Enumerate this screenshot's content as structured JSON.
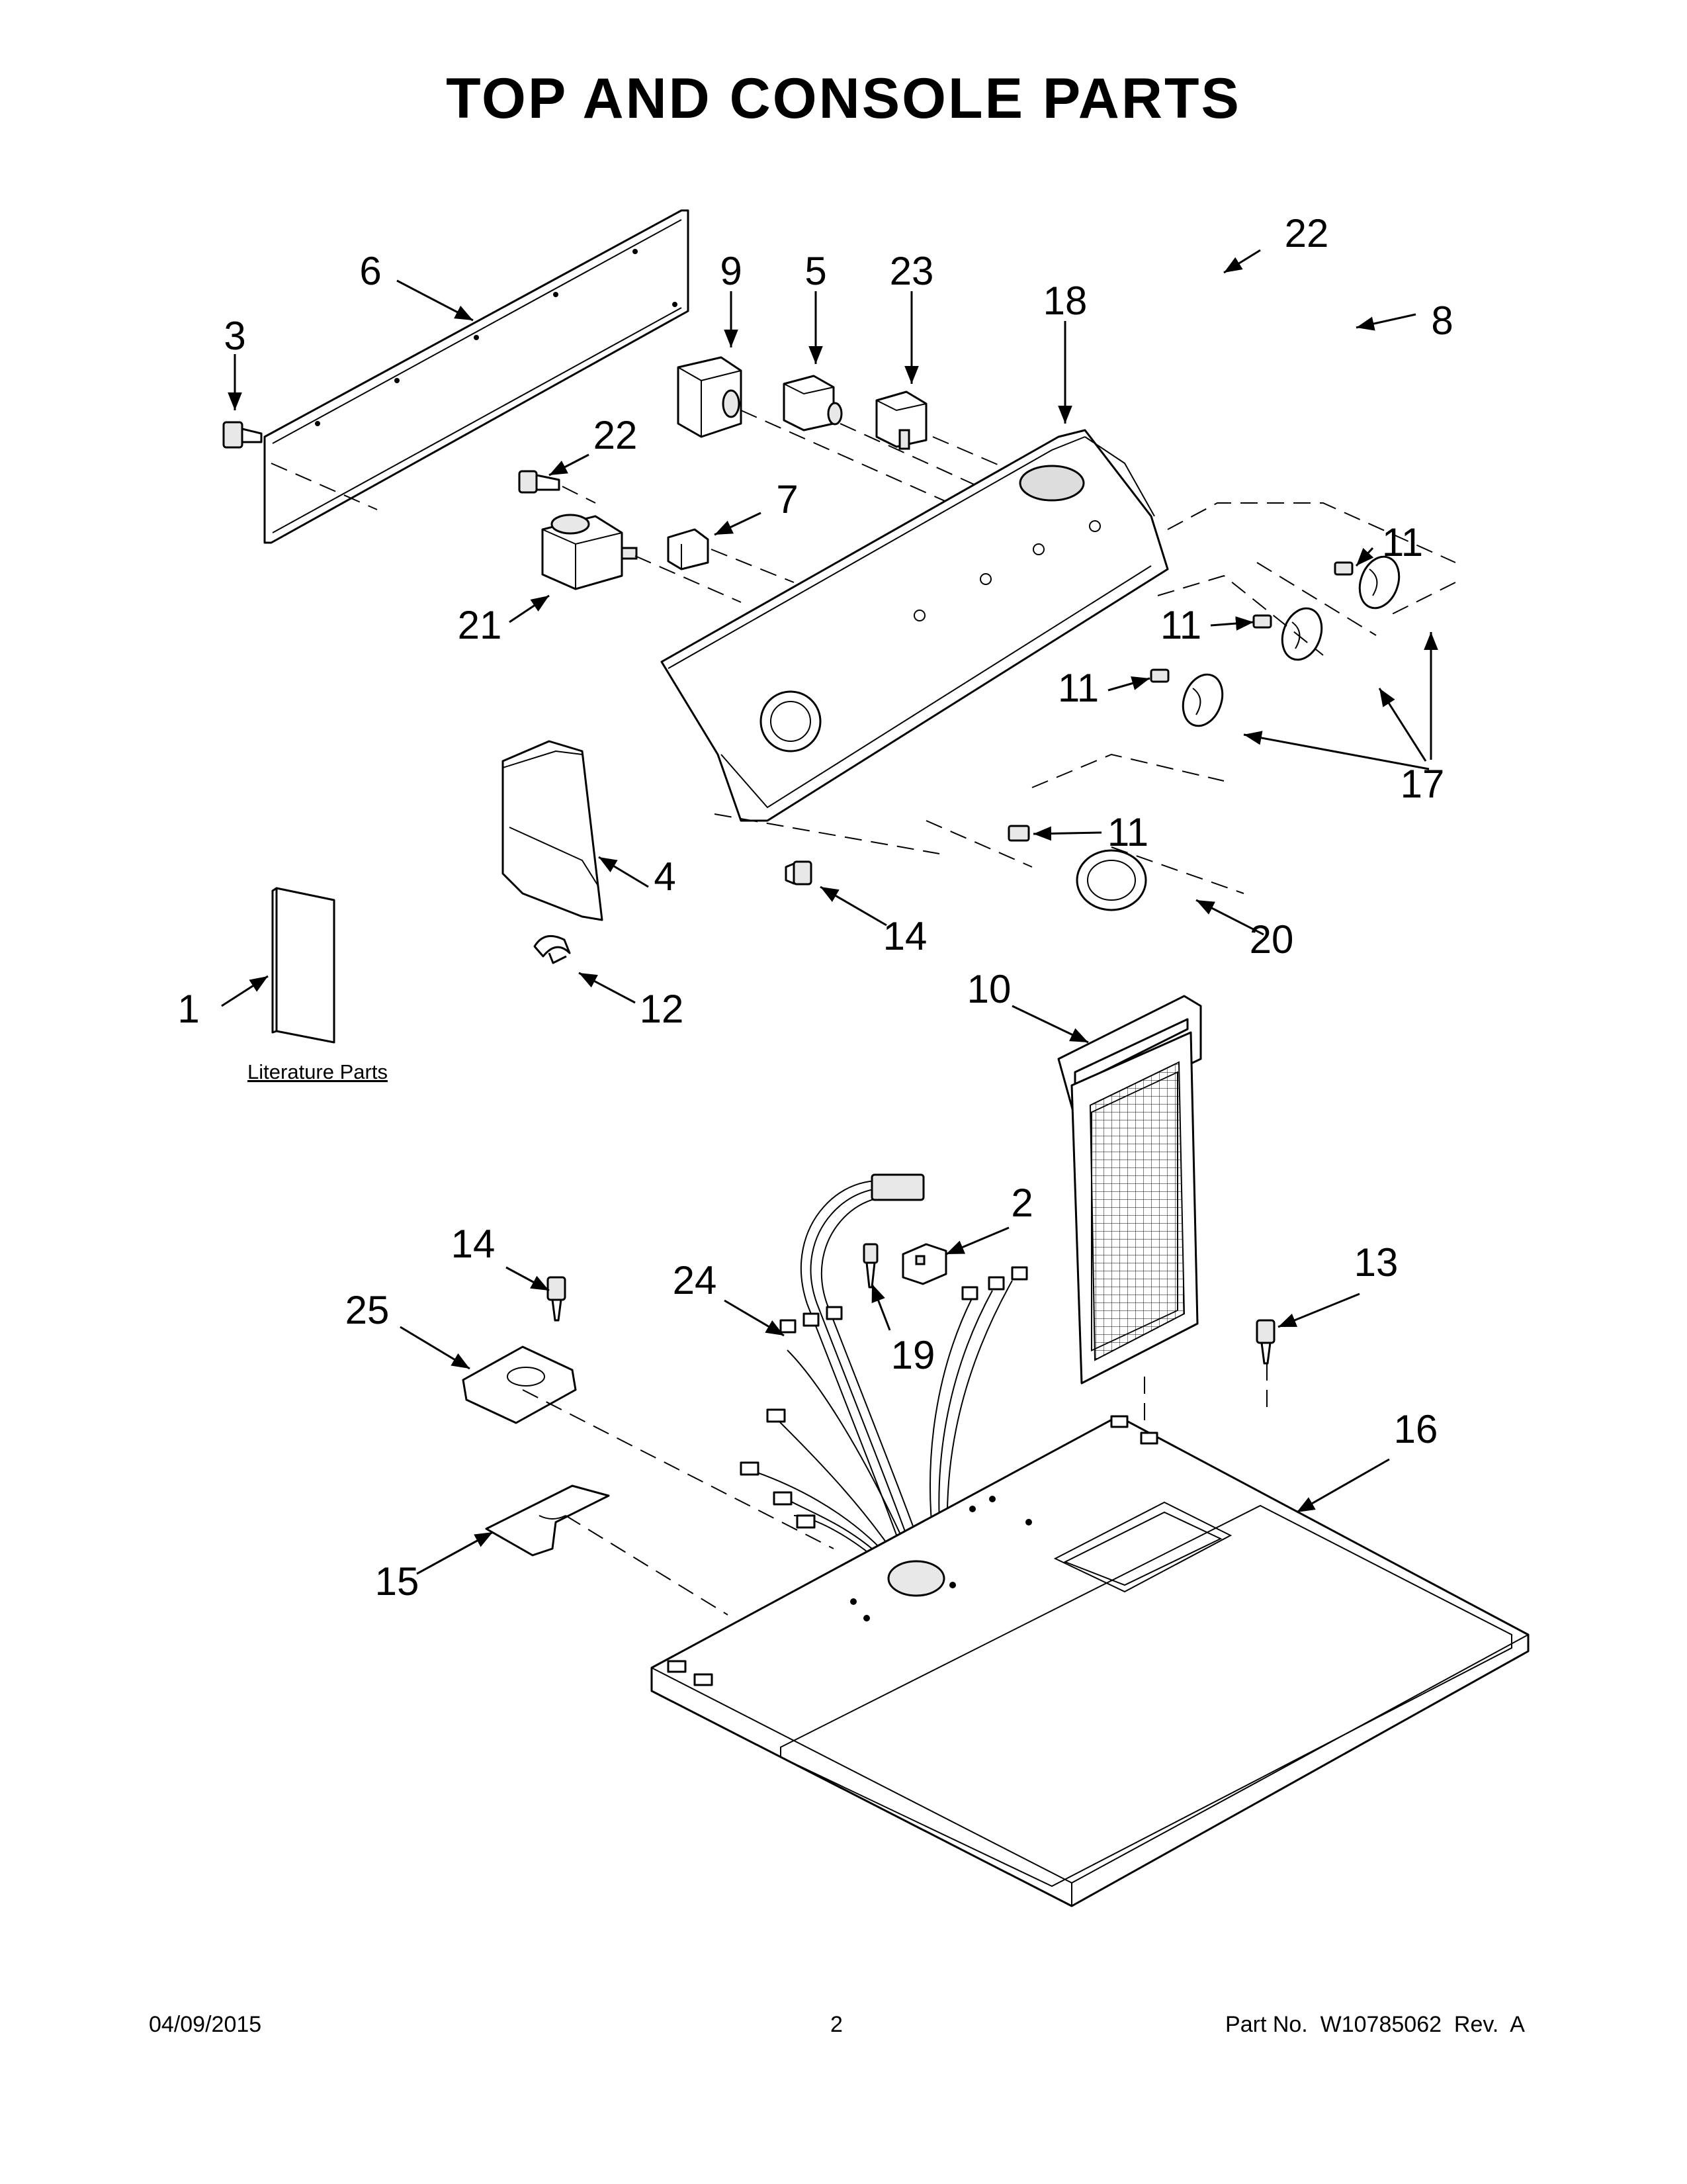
{
  "page": {
    "title": "TOP AND CONSOLE PARTS",
    "footer": {
      "date": "04/09/2015",
      "page_number": "2",
      "part_number": "Part No.  W10785062  Rev.  A"
    }
  },
  "diagram": {
    "literature_label": "Literature Parts",
    "callouts": [
      {
        "id": "c1",
        "label": "1"
      },
      {
        "id": "c2",
        "label": "2"
      },
      {
        "id": "c3",
        "label": "3"
      },
      {
        "id": "c4",
        "label": "4"
      },
      {
        "id": "c5",
        "label": "5"
      },
      {
        "id": "c6",
        "label": "6"
      },
      {
        "id": "c7",
        "label": "7"
      },
      {
        "id": "c8",
        "label": "8"
      },
      {
        "id": "c9",
        "label": "9"
      },
      {
        "id": "c10",
        "label": "10"
      },
      {
        "id": "c11a",
        "label": "11"
      },
      {
        "id": "c11b",
        "label": "11"
      },
      {
        "id": "c11c",
        "label": "11"
      },
      {
        "id": "c11d",
        "label": "11"
      },
      {
        "id": "c12",
        "label": "12"
      },
      {
        "id": "c13",
        "label": "13"
      },
      {
        "id": "c14a",
        "label": "14"
      },
      {
        "id": "c14b",
        "label": "14"
      },
      {
        "id": "c15",
        "label": "15"
      },
      {
        "id": "c16",
        "label": "16"
      },
      {
        "id": "c17",
        "label": "17"
      },
      {
        "id": "c18",
        "label": "18"
      },
      {
        "id": "c19",
        "label": "19"
      },
      {
        "id": "c20",
        "label": "20"
      },
      {
        "id": "c21",
        "label": "21"
      },
      {
        "id": "c22a",
        "label": "22"
      },
      {
        "id": "c22b",
        "label": "22"
      },
      {
        "id": "c23",
        "label": "23"
      },
      {
        "id": "c24",
        "label": "24"
      },
      {
        "id": "c25",
        "label": "25"
      }
    ]
  }
}
